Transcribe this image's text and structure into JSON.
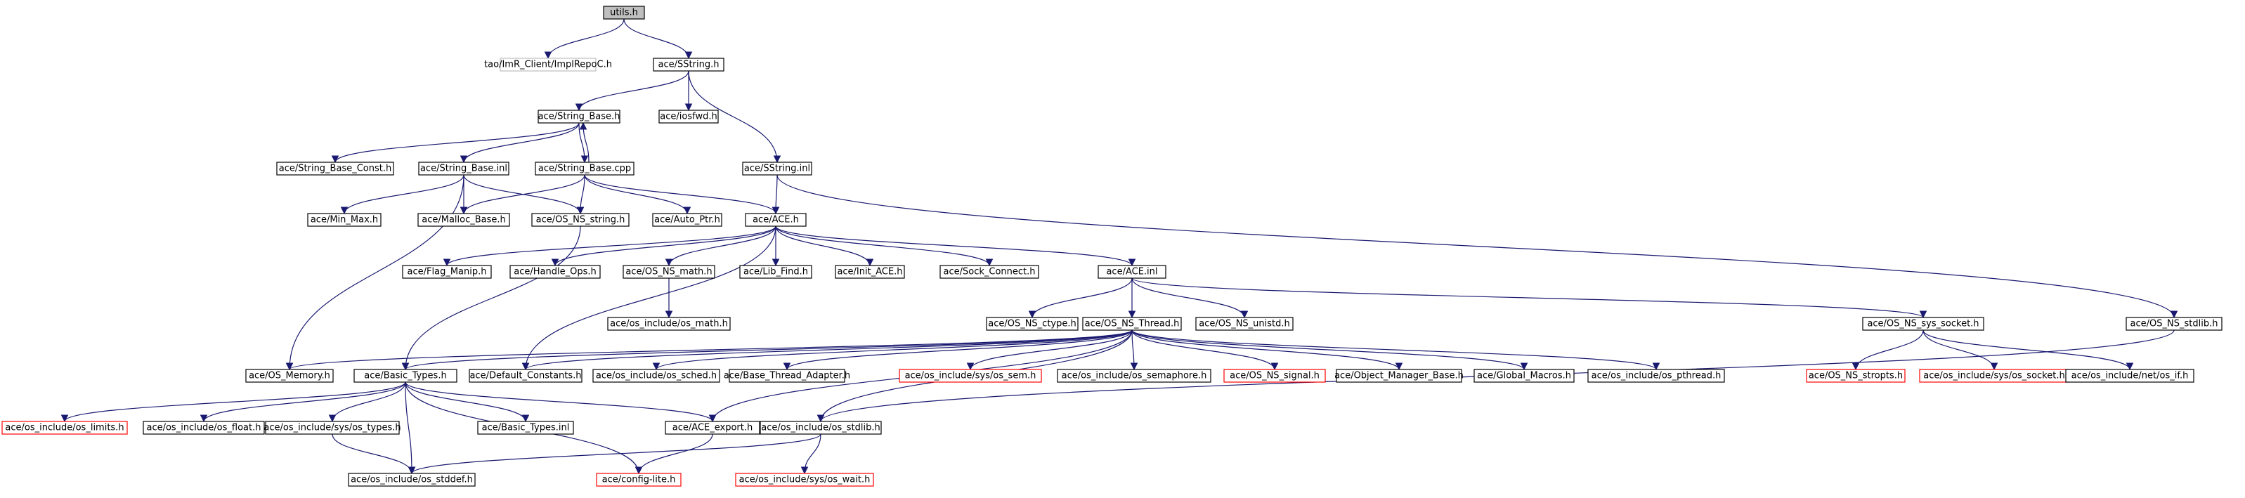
{
  "colors": {
    "edge": "#191970",
    "border": "#000000",
    "missing_border": "#ff0000",
    "external_border": "#bfbfbf",
    "root_fill": "#bfbfbf"
  },
  "nodes": [
    {
      "id": "utils",
      "label": "utils.h",
      "kind": "root"
    },
    {
      "id": "implrepo",
      "label": "tao/ImR_Client/ImplRepoC.h",
      "kind": "external"
    },
    {
      "id": "sstring",
      "label": "ace/SString.h",
      "kind": "normal"
    },
    {
      "id": "string_base",
      "label": "ace/String_Base.h",
      "kind": "normal"
    },
    {
      "id": "iosfwd",
      "label": "ace/iosfwd.h",
      "kind": "normal"
    },
    {
      "id": "sstring_inl",
      "label": "ace/SString.inl",
      "kind": "normal"
    },
    {
      "id": "sb_const",
      "label": "ace/String_Base_Const.h",
      "kind": "normal"
    },
    {
      "id": "sb_inl",
      "label": "ace/String_Base.inl",
      "kind": "normal"
    },
    {
      "id": "sb_cpp",
      "label": "ace/String_Base.cpp",
      "kind": "normal"
    },
    {
      "id": "min_max",
      "label": "ace/Min_Max.h",
      "kind": "normal"
    },
    {
      "id": "malloc_base",
      "label": "ace/Malloc_Base.h",
      "kind": "normal"
    },
    {
      "id": "os_ns_string",
      "label": "ace/OS_NS_string.h",
      "kind": "normal"
    },
    {
      "id": "auto_ptr",
      "label": "ace/Auto_Ptr.h",
      "kind": "normal"
    },
    {
      "id": "ace_h",
      "label": "ace/ACE.h",
      "kind": "normal"
    },
    {
      "id": "flag_manip",
      "label": "ace/Flag_Manip.h",
      "kind": "normal"
    },
    {
      "id": "handle_ops",
      "label": "ace/Handle_Ops.h",
      "kind": "normal"
    },
    {
      "id": "os_ns_math",
      "label": "ace/OS_NS_math.h",
      "kind": "normal"
    },
    {
      "id": "lib_find",
      "label": "ace/Lib_Find.h",
      "kind": "normal"
    },
    {
      "id": "init_ace",
      "label": "ace/Init_ACE.h",
      "kind": "normal"
    },
    {
      "id": "sock_connect",
      "label": "ace/Sock_Connect.h",
      "kind": "normal"
    },
    {
      "id": "ace_inl",
      "label": "ace/ACE.inl",
      "kind": "normal"
    },
    {
      "id": "os_math",
      "label": "ace/os_include/os_math.h",
      "kind": "normal"
    },
    {
      "id": "os_ns_ctype",
      "label": "ace/OS_NS_ctype.h",
      "kind": "normal"
    },
    {
      "id": "os_ns_thread",
      "label": "ace/OS_NS_Thread.h",
      "kind": "normal"
    },
    {
      "id": "os_ns_unistd",
      "label": "ace/OS_NS_unistd.h",
      "kind": "normal"
    },
    {
      "id": "os_ns_sys_socket",
      "label": "ace/OS_NS_sys_socket.h",
      "kind": "normal"
    },
    {
      "id": "os_ns_stdlib",
      "label": "ace/OS_NS_stdlib.h",
      "kind": "normal"
    },
    {
      "id": "os_memory",
      "label": "ace/OS_Memory.h",
      "kind": "normal"
    },
    {
      "id": "basic_types",
      "label": "ace/Basic_Types.h",
      "kind": "normal"
    },
    {
      "id": "default_constants",
      "label": "ace/Default_Constants.h",
      "kind": "normal"
    },
    {
      "id": "os_sched",
      "label": "ace/os_include/os_sched.h",
      "kind": "normal"
    },
    {
      "id": "base_thread_adapter",
      "label": "ace/Base_Thread_Adapter.h",
      "kind": "normal"
    },
    {
      "id": "sys_os_sem",
      "label": "ace/os_include/sys/os_sem.h",
      "kind": "missing"
    },
    {
      "id": "os_semaphore",
      "label": "ace/os_include/os_semaphore.h",
      "kind": "normal"
    },
    {
      "id": "os_ns_signal",
      "label": "ace/OS_NS_signal.h",
      "kind": "missing"
    },
    {
      "id": "object_manager_base",
      "label": "ace/Object_Manager_Base.h",
      "kind": "normal"
    },
    {
      "id": "global_macros",
      "label": "ace/Global_Macros.h",
      "kind": "normal"
    },
    {
      "id": "os_pthread",
      "label": "ace/os_include/os_pthread.h",
      "kind": "normal"
    },
    {
      "id": "os_ns_stropts",
      "label": "ace/OS_NS_stropts.h",
      "kind": "missing"
    },
    {
      "id": "sys_os_socket",
      "label": "ace/os_include/sys/os_socket.h",
      "kind": "missing"
    },
    {
      "id": "net_os_if",
      "label": "ace/os_include/net/os_if.h",
      "kind": "normal"
    },
    {
      "id": "os_limits",
      "label": "ace/os_include/os_limits.h",
      "kind": "missing"
    },
    {
      "id": "os_float",
      "label": "ace/os_include/os_float.h",
      "kind": "normal"
    },
    {
      "id": "sys_os_types",
      "label": "ace/os_include/sys/os_types.h",
      "kind": "normal"
    },
    {
      "id": "basic_types_inl",
      "label": "ace/Basic_Types.inl",
      "kind": "normal"
    },
    {
      "id": "ace_export",
      "label": "ace/ACE_export.h",
      "kind": "normal"
    },
    {
      "id": "os_stdlib",
      "label": "ace/os_include/os_stdlib.h",
      "kind": "normal"
    },
    {
      "id": "os_stddef",
      "label": "ace/os_include/os_stddef.h",
      "kind": "normal"
    },
    {
      "id": "config_lite",
      "label": "ace/config-lite.h",
      "kind": "missing"
    },
    {
      "id": "sys_os_wait",
      "label": "ace/os_include/sys/os_wait.h",
      "kind": "missing"
    }
  ],
  "edges": [
    [
      "utils",
      "implrepo"
    ],
    [
      "utils",
      "sstring"
    ],
    [
      "sstring",
      "string_base"
    ],
    [
      "sstring",
      "iosfwd"
    ],
    [
      "sstring",
      "sstring_inl"
    ],
    [
      "string_base",
      "sb_const"
    ],
    [
      "string_base",
      "sb_inl"
    ],
    [
      "string_base",
      "sb_cpp"
    ],
    [
      "sb_cpp",
      "string_base"
    ],
    [
      "sb_inl",
      "min_max"
    ],
    [
      "sb_inl",
      "malloc_base"
    ],
    [
      "sb_inl",
      "os_ns_string"
    ],
    [
      "sb_inl",
      "os_memory"
    ],
    [
      "sb_cpp",
      "malloc_base"
    ],
    [
      "sb_cpp",
      "os_ns_string"
    ],
    [
      "sb_cpp",
      "auto_ptr"
    ],
    [
      "sb_cpp",
      "ace_h"
    ],
    [
      "sstring_inl",
      "ace_h"
    ],
    [
      "sstring_inl",
      "os_ns_stdlib"
    ],
    [
      "os_ns_string",
      "basic_types"
    ],
    [
      "ace_h",
      "flag_manip"
    ],
    [
      "ace_h",
      "handle_ops"
    ],
    [
      "ace_h",
      "os_ns_math"
    ],
    [
      "ace_h",
      "lib_find"
    ],
    [
      "ace_h",
      "init_ace"
    ],
    [
      "ace_h",
      "sock_connect"
    ],
    [
      "ace_h",
      "ace_inl"
    ],
    [
      "ace_h",
      "default_constants"
    ],
    [
      "os_ns_math",
      "os_math"
    ],
    [
      "ace_inl",
      "os_ns_ctype"
    ],
    [
      "ace_inl",
      "os_ns_thread"
    ],
    [
      "ace_inl",
      "os_ns_unistd"
    ],
    [
      "ace_inl",
      "os_ns_sys_socket"
    ],
    [
      "os_ns_thread",
      "os_memory"
    ],
    [
      "os_ns_thread",
      "basic_types"
    ],
    [
      "os_ns_thread",
      "default_constants"
    ],
    [
      "os_ns_thread",
      "os_sched"
    ],
    [
      "os_ns_thread",
      "base_thread_adapter"
    ],
    [
      "os_ns_thread",
      "sys_os_sem"
    ],
    [
      "os_ns_thread",
      "os_semaphore"
    ],
    [
      "os_ns_thread",
      "os_ns_signal"
    ],
    [
      "os_ns_thread",
      "object_manager_base"
    ],
    [
      "os_ns_thread",
      "global_macros"
    ],
    [
      "os_ns_thread",
      "os_pthread"
    ],
    [
      "os_ns_thread",
      "ace_export"
    ],
    [
      "os_ns_thread",
      "os_stdlib"
    ],
    [
      "os_ns_sys_socket",
      "os_ns_stropts"
    ],
    [
      "os_ns_sys_socket",
      "sys_os_socket"
    ],
    [
      "os_ns_sys_socket",
      "net_os_if"
    ],
    [
      "os_ns_stdlib",
      "os_stdlib"
    ],
    [
      "basic_types",
      "os_limits"
    ],
    [
      "basic_types",
      "os_float"
    ],
    [
      "basic_types",
      "sys_os_types"
    ],
    [
      "basic_types",
      "basic_types_inl"
    ],
    [
      "basic_types",
      "ace_export"
    ],
    [
      "basic_types",
      "os_stddef"
    ],
    [
      "basic_types",
      "config_lite"
    ],
    [
      "sys_os_types",
      "os_stddef"
    ],
    [
      "ace_export",
      "config_lite"
    ],
    [
      "os_stdlib",
      "os_stddef"
    ],
    [
      "os_stdlib",
      "sys_os_wait"
    ]
  ]
}
